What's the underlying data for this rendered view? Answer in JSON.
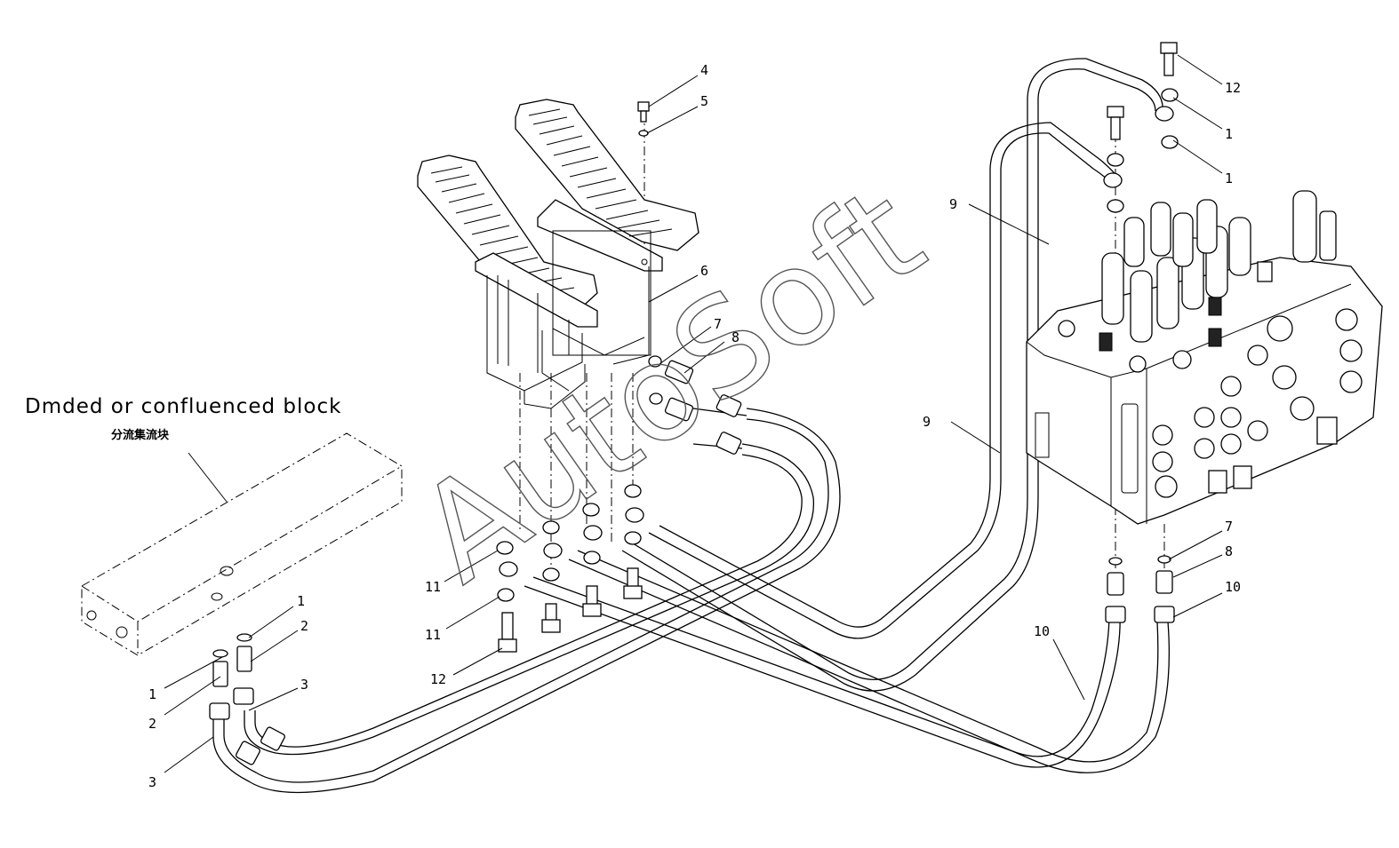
{
  "block_label": {
    "english": "Dmded or confluenced block",
    "chinese": "分流集流块"
  },
  "watermark": "AutoSoft",
  "callouts": {
    "c4": "4",
    "c5": "5",
    "c6": "6",
    "c7a": "7",
    "c8a": "8",
    "c9a": "9",
    "c9b": "9",
    "c12a": "12",
    "c1a": "1",
    "c1b": "1",
    "c1c": "1",
    "c1d": "1",
    "c2a": "2",
    "c2b": "2",
    "c3a": "3",
    "c3b": "3",
    "c11a": "11",
    "c11b": "11",
    "c12b": "12",
    "c7b": "7",
    "c8b": "8",
    "c10a": "10",
    "c10b": "10"
  },
  "colors": {
    "line": "#000000",
    "watermark": "#555555",
    "background": "#ffffff"
  }
}
